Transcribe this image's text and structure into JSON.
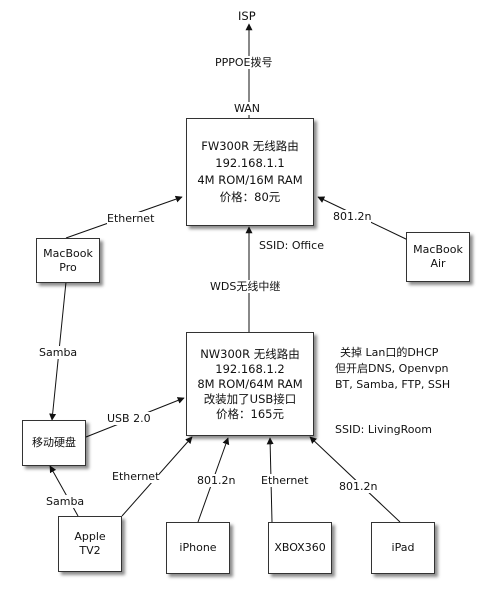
{
  "nodes": {
    "isp": "ISP",
    "fw300r": [
      "FW300R 无线路由",
      "192.168.1.1",
      "4M ROM/16M RAM",
      "价格：80元"
    ],
    "nw300r": [
      "NW300R 无线路由",
      "192.168.1.2",
      "8M ROM/64M RAM",
      "改装加了USB接口",
      "价格：165元"
    ],
    "macbook_pro": [
      "MacBook",
      "Pro"
    ],
    "macbook_air": [
      "MacBook",
      "Air"
    ],
    "hdd": "移动硬盘",
    "apple_tv": [
      "Apple",
      "TV2"
    ],
    "iphone": "iPhone",
    "xbox": "XBOX360",
    "ipad": "iPad"
  },
  "edges": {
    "pppoe": "PPPOE拨号",
    "wan": "WAN",
    "ethernet_mbp": "Ethernet",
    "air_80211n": "801.2n",
    "ssid_office": "SSID: Office",
    "wds": "WDS无线中继",
    "samba_mbp": "Samba",
    "usb": "USB 2.0",
    "ethernet_tv": "Ethernet",
    "iphone_80211n": "801.2n",
    "ethernet_xbox": "Ethernet",
    "ipad_80211n": "801.2n",
    "samba_tv": "Samba"
  },
  "notes": {
    "services": [
      "关掉 Lan口的DHCP",
      "但开启DNS,  Openvpn",
      "BT, Samba, FTP, SSH"
    ],
    "ssid_living": "SSID: LivingRoom"
  }
}
